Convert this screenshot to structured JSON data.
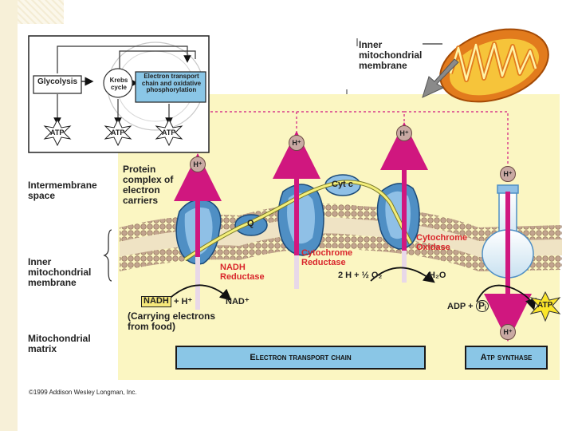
{
  "inset": {
    "glycolysis": "Glycolysis",
    "krebs": "Krebs cycle",
    "etc": "Electron transport chain and oxidative phosphorylation",
    "atp_left": "ATP",
    "atp_mid": "ATP",
    "atp_right": "ATP"
  },
  "labels": {
    "inner_membrane_top": "Inner mitochondrial membrane",
    "intermembrane_space": "Intermembrane space",
    "inner_membrane_side": "Inner mitochondrial membrane",
    "matrix": "Mitochondrial matrix",
    "protein_complex": "Protein complex of electron carriers",
    "q": "Q",
    "cyt_c": "Cyt c",
    "nadh_reductase": "NADH Reductase",
    "cyto_reductase": "Cytochrome Reductase",
    "cyto_oxidase": "Cytochrome Oxidase",
    "nadh": "NADH",
    "plus_h": "+ H⁺",
    "nad": "NAD⁺",
    "carrying": "(Carrying electrons from food)",
    "water_eq": "2 H + ½ O₂",
    "water": "H₂O",
    "adp": "ADP +",
    "pi": "Pᵢ",
    "atp": "ATP",
    "h_ion": "H⁺"
  },
  "bars": {
    "etc": "Electron transport chain",
    "synthase": "Atp synthase"
  },
  "copyright": "©1999 Addison Wesley Longman, Inc.",
  "colors": {
    "background_yellow": "#fbf6c2",
    "membrane_lipid": "#c2a48e",
    "protein_blue": "#4f8fc4",
    "arrow_magenta": "#d0177f",
    "label_red": "#d9262c",
    "bar_blue": "#8ac6e6",
    "mito_orange": "#e27b1d"
  }
}
